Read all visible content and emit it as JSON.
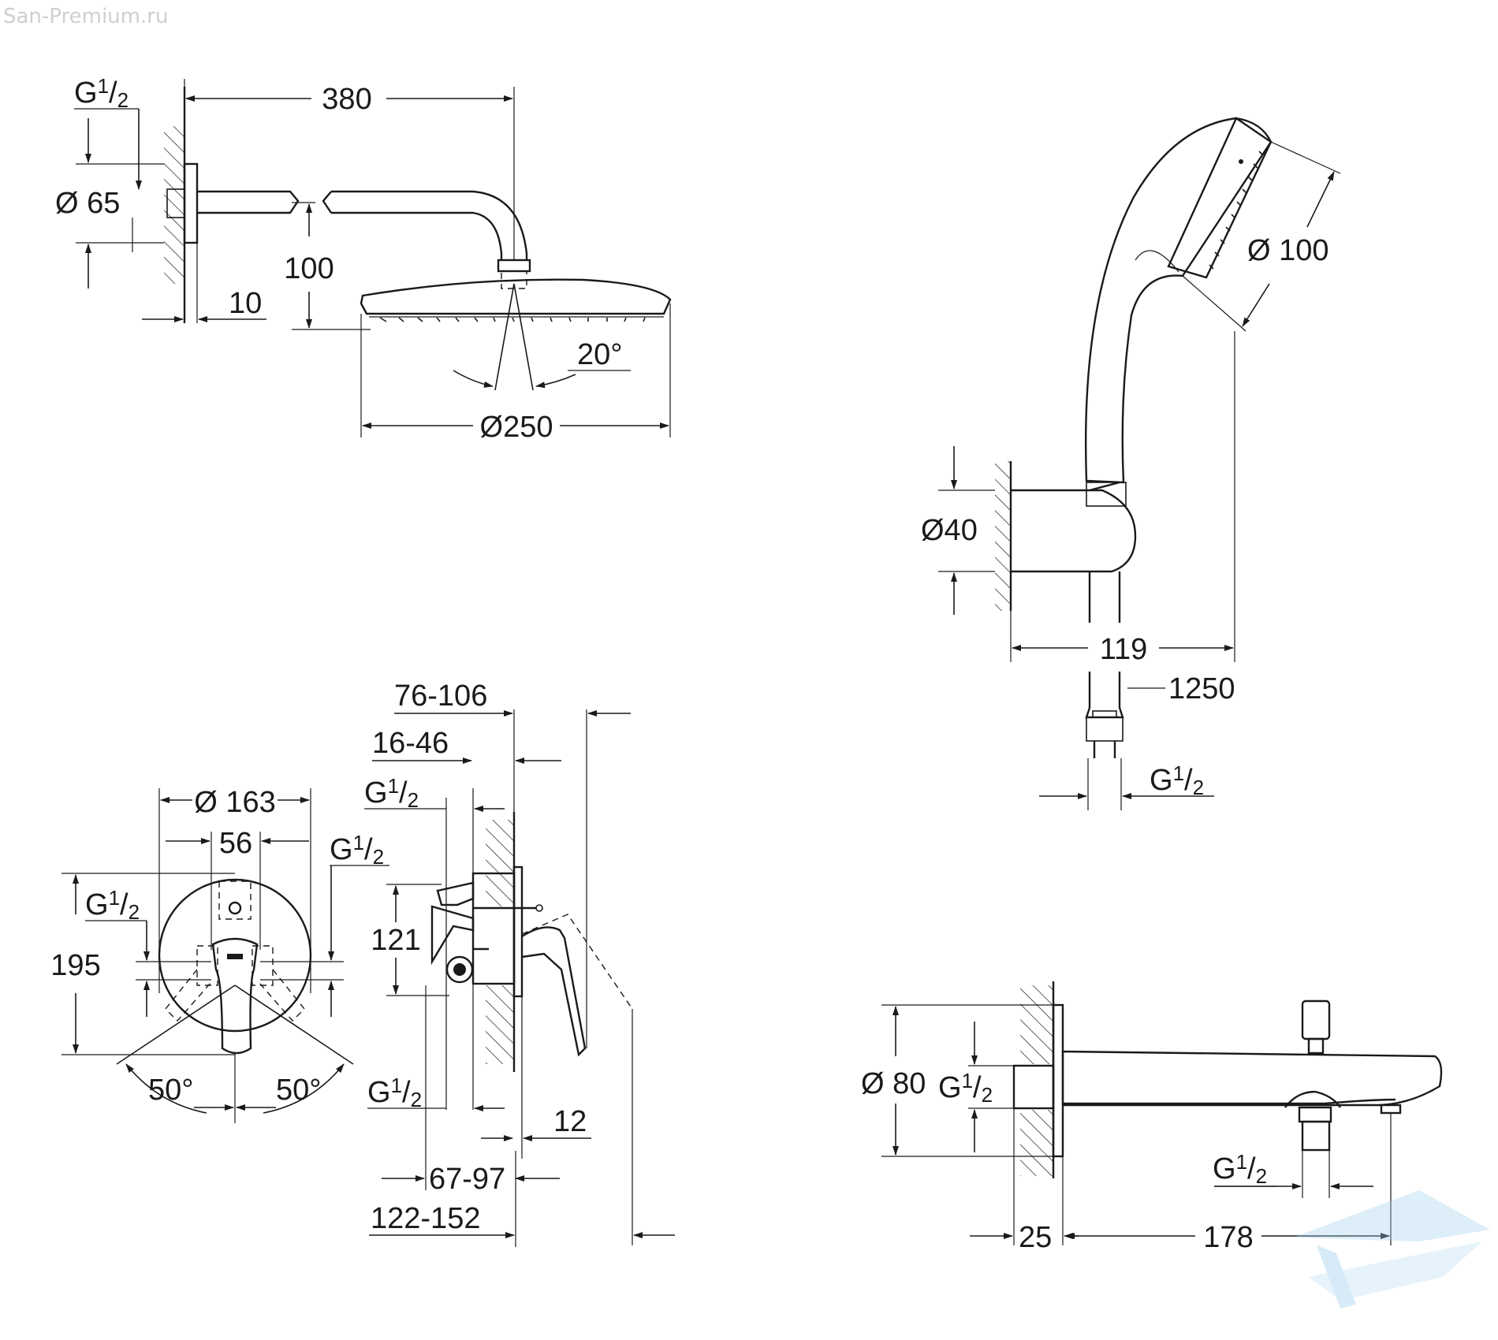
{
  "watermark": {
    "site": "San-Premium.ru",
    "logo_icon": "san-premium-bath-logo-icon"
  },
  "head_shower": {
    "thread": "G",
    "thread_num": "1",
    "thread_den": "2",
    "arm_length": "380",
    "flange_diameter": "Ø 65",
    "drop_height": "100",
    "flange_depth": "10",
    "tilt_angle": "20°",
    "head_diameter": "Ø250"
  },
  "hand_shower": {
    "head_diameter": "Ø 100",
    "holder_diameter": "Ø40",
    "projection": "119",
    "hose_length": "1250",
    "thread": "G",
    "thread_num": "1",
    "thread_den": "2"
  },
  "mixer": {
    "depth_range_outer": "76-106",
    "depth_range_inner": "16-46",
    "thread_top_side": {
      "base": "G",
      "num": "1",
      "den": "2"
    },
    "plate_diameter": "Ø 163",
    "inlet_spacing": "56",
    "thread_right": {
      "base": "G",
      "num": "1",
      "den": "2"
    },
    "thread_left": {
      "base": "G",
      "num": "1",
      "den": "2"
    },
    "body_height": "121",
    "plate_height": "195",
    "angle_left": "50°",
    "angle_right": "50°",
    "thread_bottom_side": {
      "base": "G",
      "num": "1",
      "den": "2"
    },
    "plate_thickness": "12",
    "install_range_a": "67-97",
    "install_range_b": "122-152"
  },
  "bath_spout": {
    "rosette_diameter": "Ø 80",
    "inlet_thread": {
      "base": "G",
      "num": "1",
      "den": "2"
    },
    "outlet_thread": {
      "base": "G",
      "num": "1",
      "den": "2"
    },
    "wall_depth": "25",
    "spout_length": "178"
  }
}
